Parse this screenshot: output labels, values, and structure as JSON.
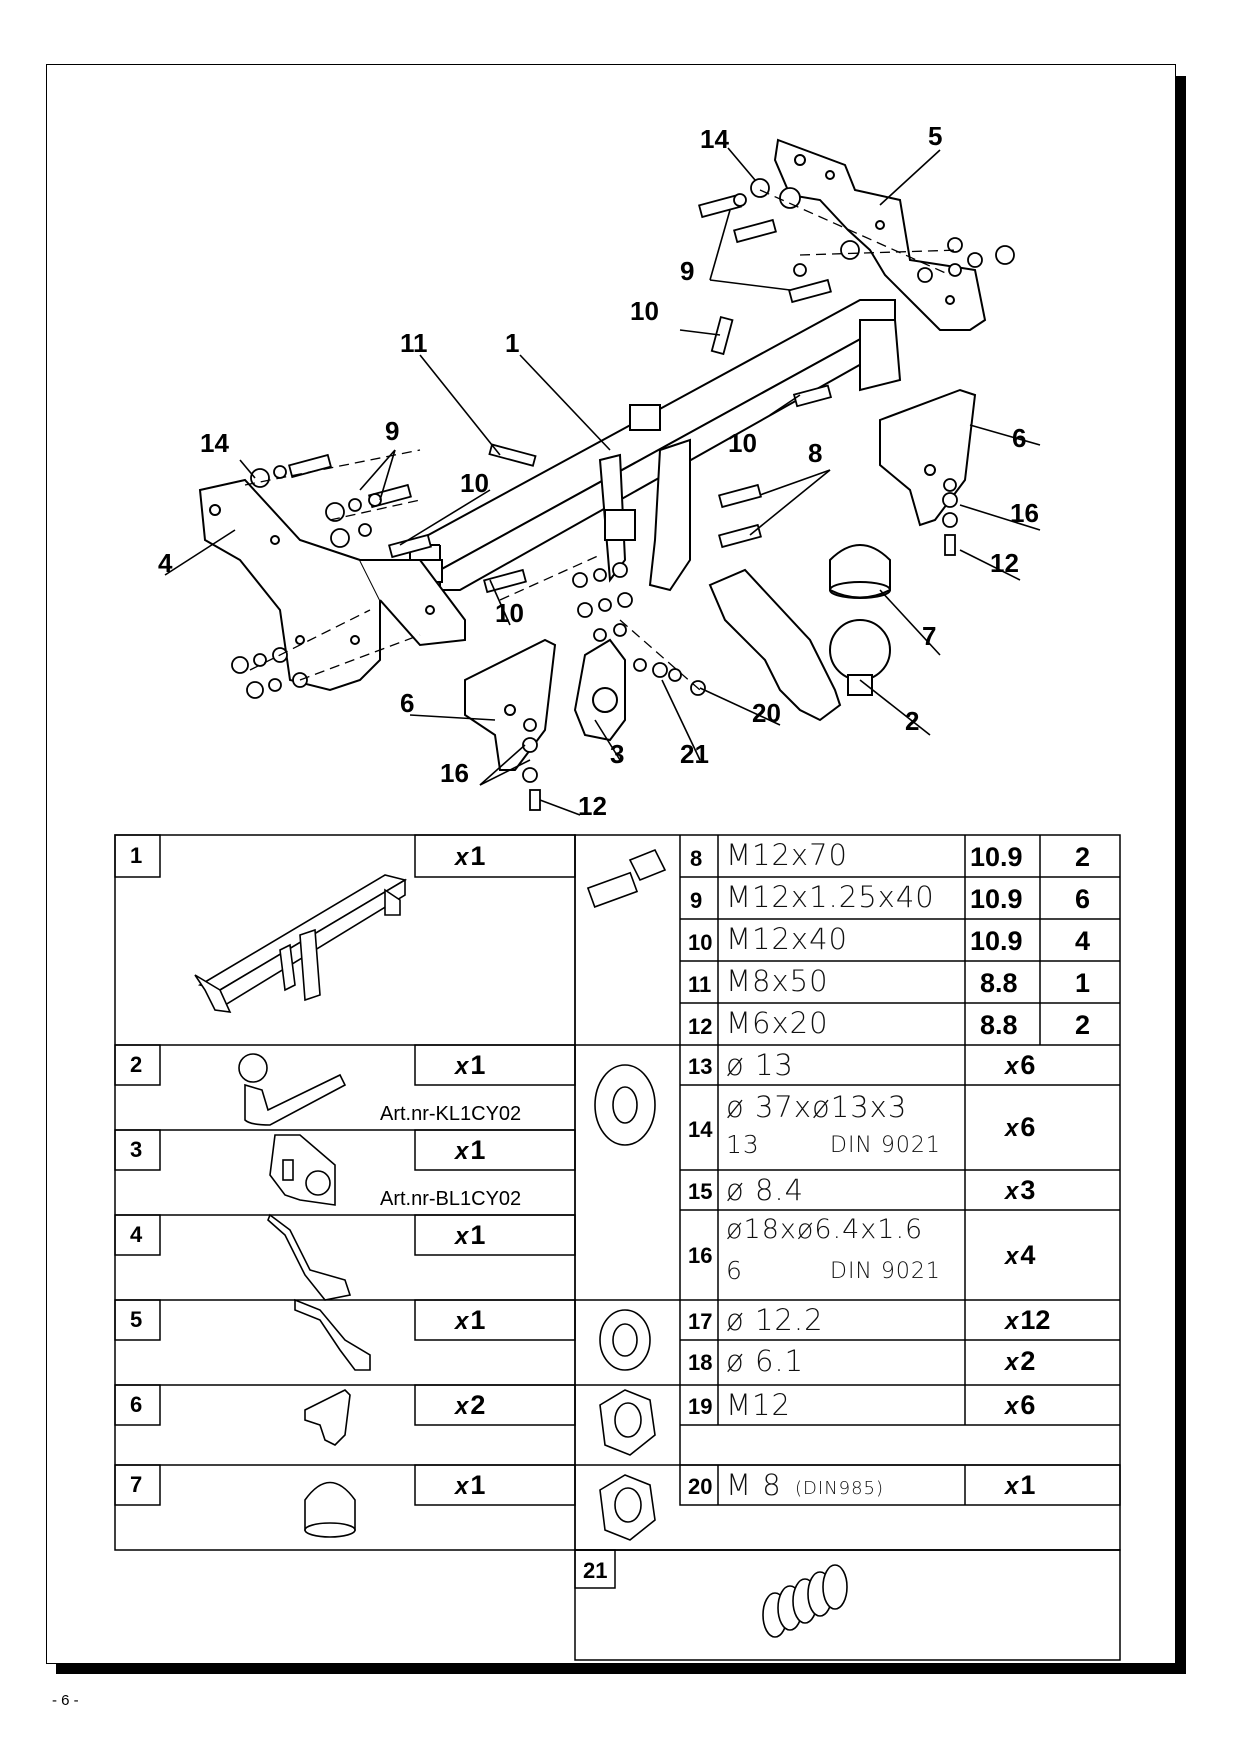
{
  "diagram": {
    "callouts": [
      "14",
      "5",
      "9",
      "10",
      "11",
      "1",
      "14",
      "9",
      "10",
      "10",
      "8",
      "6",
      "16",
      "12",
      "4",
      "10",
      "7",
      "6",
      "3",
      "21",
      "20",
      "2",
      "16",
      "12"
    ]
  },
  "parts_left": [
    {
      "num": "1",
      "qty_prefix": "x",
      "qty": "1",
      "art": ""
    },
    {
      "num": "2",
      "qty_prefix": "x",
      "qty": "1",
      "art": "Art.nr-KL1CY02"
    },
    {
      "num": "3",
      "qty_prefix": "x",
      "qty": "1",
      "art": "Art.nr-BL1CY02"
    },
    {
      "num": "4",
      "qty_prefix": "x",
      "qty": "1",
      "art": ""
    },
    {
      "num": "5",
      "qty_prefix": "x",
      "qty": "1",
      "art": ""
    },
    {
      "num": "6",
      "qty_prefix": "x",
      "qty": "2",
      "art": ""
    },
    {
      "num": "7",
      "qty_prefix": "x",
      "qty": "1",
      "art": ""
    }
  ],
  "bolts": [
    {
      "num": "8",
      "spec": "M12x70",
      "grade": "10.9",
      "count": "2"
    },
    {
      "num": "9",
      "spec": "M12x1.25x40",
      "grade": "10.9",
      "count": "6"
    },
    {
      "num": "10",
      "spec": "M12x40",
      "grade": "10.9",
      "count": "4"
    },
    {
      "num": "11",
      "spec": "M8x50",
      "grade": "8.8",
      "count": "1"
    },
    {
      "num": "12",
      "spec": "M6x20",
      "grade": "8.8",
      "count": "2"
    }
  ],
  "washers": [
    {
      "num": "13",
      "spec1": "ø 13",
      "spec2a": "",
      "spec2b": "",
      "qty": "6"
    },
    {
      "num": "14",
      "spec1": "ø 37xø13x3",
      "spec2a": "13",
      "spec2b": "DIN 9021",
      "qty": "6"
    },
    {
      "num": "15",
      "spec1": "ø 8.4",
      "spec2a": "",
      "spec2b": "",
      "qty": "3"
    },
    {
      "num": "16",
      "spec1": "ø18xø6.4x1.6",
      "spec2a": "6",
      "spec2b": "DIN 9021",
      "qty": "4"
    }
  ],
  "spring_washers": [
    {
      "num": "17",
      "spec": "ø 12.2",
      "qty": "12"
    },
    {
      "num": "18",
      "spec": "ø 6.1",
      "qty": "2"
    }
  ],
  "nuts": [
    {
      "num": "19",
      "spec": "M12",
      "spec_small": "",
      "qty": "6"
    },
    {
      "num": "20",
      "spec": "M 8",
      "spec_small": "(DIN985)",
      "qty": "1"
    }
  ],
  "spring": {
    "num": "21"
  },
  "qty_prefix": "x",
  "footer": "- 6 -"
}
